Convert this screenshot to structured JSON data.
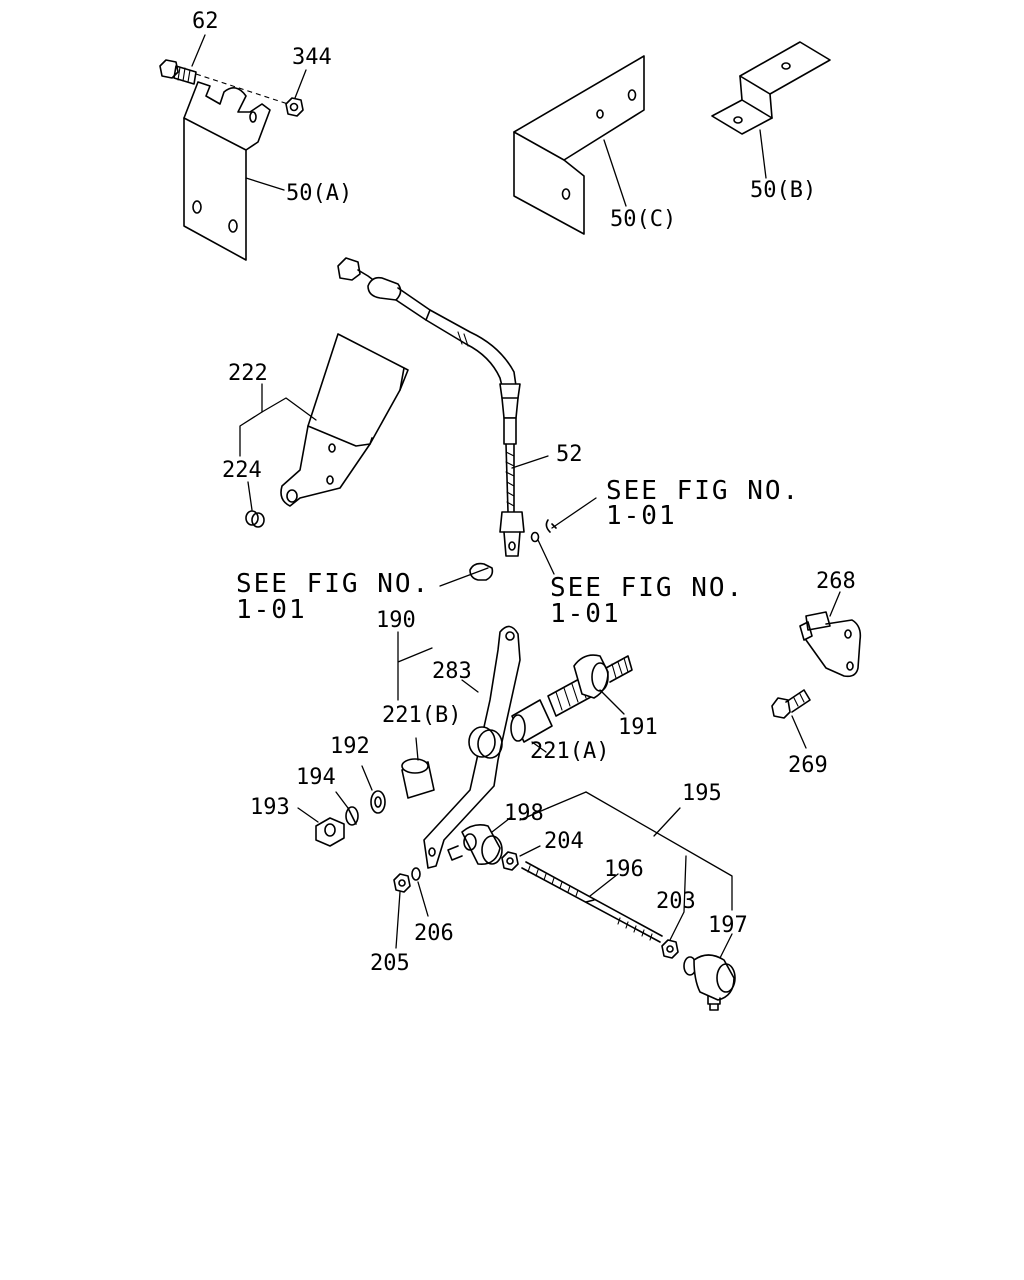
{
  "callouts": {
    "c62": "62",
    "c344": "344",
    "c50a": "50(A)",
    "c50b": "50(B)",
    "c50c": "50(C)",
    "c52": "52",
    "c222": "222",
    "c224": "224",
    "c190": "190",
    "c283": "283",
    "c221b": "221(B)",
    "c221a": "221(A)",
    "c191": "191",
    "c192": "192",
    "c194": "194",
    "c193": "193",
    "c198": "198",
    "c204": "204",
    "c195": "195",
    "c196": "196",
    "c203": "203",
    "c197": "197",
    "c205": "205",
    "c206": "206",
    "c268": "268",
    "c269": "269"
  },
  "notes": {
    "ref1": {
      "line1": "SEE FIG NO.",
      "line2": "1-01"
    },
    "ref2": {
      "line1": "SEE FIG NO.",
      "line2": "1-01"
    },
    "ref3": {
      "line1": "SEE FIG NO.",
      "line2": "1-01"
    }
  }
}
